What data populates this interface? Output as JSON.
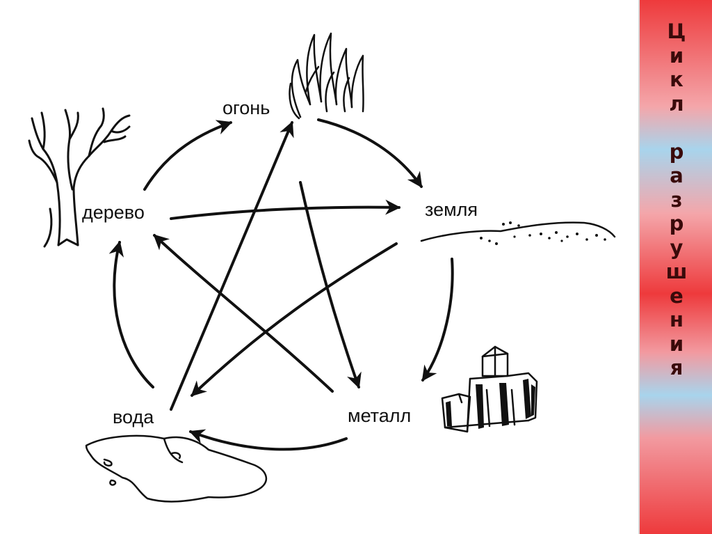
{
  "diagram": {
    "labels": {
      "fire": "огонь",
      "earth": "земля",
      "metal": "металл",
      "water": "вода",
      "wood": "дерево"
    }
  },
  "side_panel": {
    "title_word1": "Цикл",
    "title_word2": "разрушения",
    "title_letters": [
      "Ц",
      "и",
      "к",
      "л",
      " ",
      "р",
      "а",
      "з",
      "р",
      "у",
      "ш",
      "е",
      "н",
      "и",
      "я"
    ]
  },
  "colors": {
    "panel_red": "#ee3a3c",
    "panel_blue": "#a8d4ec",
    "title_text": "#3a0a0a",
    "ink": "#111111"
  }
}
